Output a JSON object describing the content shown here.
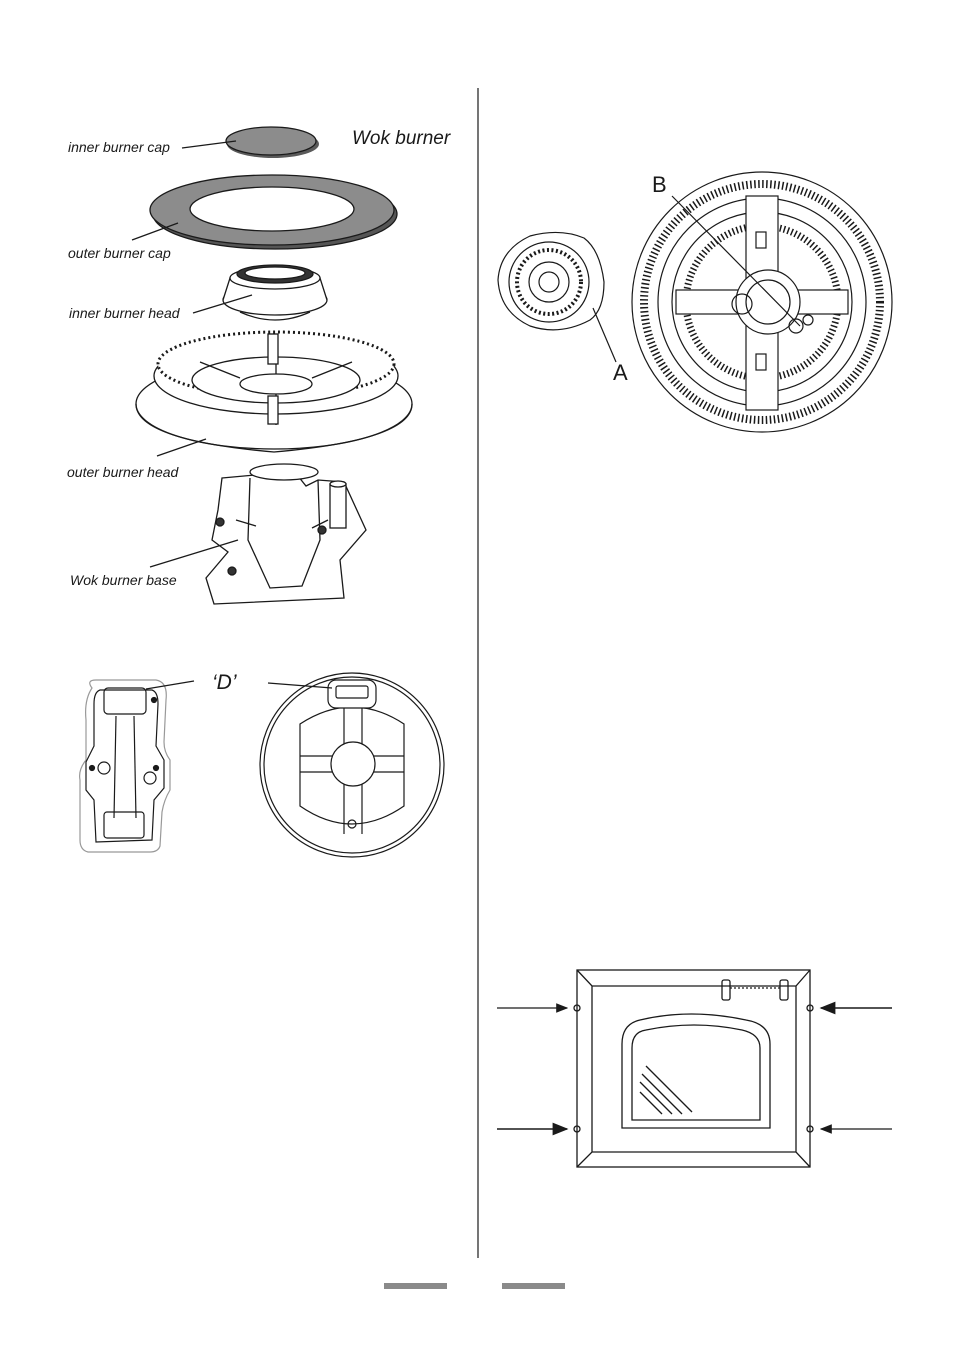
{
  "wok_diagram": {
    "title": "Wok burner",
    "labels": {
      "inner_cap": "inner burner cap",
      "outer_cap": "outer burner cap",
      "inner_head": "inner burner head",
      "outer_head": "outer burner head",
      "base": "Wok burner base"
    }
  },
  "d_diagram": {
    "label": "‘D’"
  },
  "ab_diagram": {
    "label_a": "A",
    "label_b": "B"
  },
  "colors": {
    "ink": "#1a1a1a",
    "cap_fill": "#8c8c8c",
    "footer_bar": "#8a8a8a"
  },
  "icons": [
    "arrow-right-icon",
    "arrow-left-icon"
  ]
}
